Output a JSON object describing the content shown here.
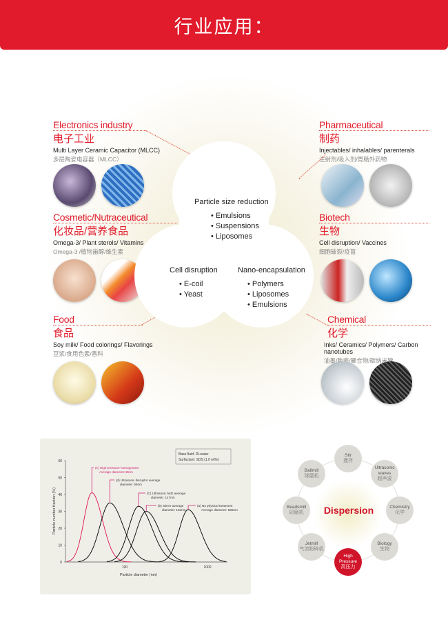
{
  "header": {
    "title": "行业应用："
  },
  "sections": [
    {
      "en": "Electronics industry",
      "zh": "电子工业",
      "desc_en": "Multi Layer Ceramic Capacitor (MLCC)",
      "desc_zh": "多层陶瓷电容器（MLCC）"
    },
    {
      "en": "Pharmaceutical",
      "zh": "制药",
      "desc_en": "Injectables/ inhalables/ parenterals",
      "desc_zh": "注射剂/吸入剂/胃肠外药物"
    },
    {
      "en": "Cosmetic/Nutraceutical",
      "zh": "化妆品/营养食品",
      "desc_en": "Omega-3/ Plant sterols/ Vitamins",
      "desc_zh": "Omega-3 /植物甾醇/维生素"
    },
    {
      "en": "Biotech",
      "zh": "生物",
      "desc_en": "Cell disruption/ Vaccines",
      "desc_zh": "细胞破裂/疫苗"
    },
    {
      "en": "Food",
      "zh": "食品",
      "desc_en": "Soy milk/ Food colorings/ Flavorings",
      "desc_zh": "豆浆/食用色素/香料"
    },
    {
      "en": "Chemical",
      "zh": "化学",
      "desc_en": "Inks/ Ceramics/ Polymers/ Carbon nanotubes",
      "desc_zh": "油墨/陶瓷/聚合物/碳纳米管"
    }
  ],
  "lobes": {
    "top": {
      "title": "Particle size reduction",
      "items": [
        "Emulsions",
        "Suspensions",
        "Liposomes"
      ]
    },
    "left": {
      "title": "Cell disruption",
      "items": [
        "E-coil",
        "Yeast"
      ]
    },
    "right": {
      "title": "Nano-encapsulation",
      "items": [
        "Polymers",
        "Liposomes",
        "Emulsions"
      ]
    }
  },
  "chart_data": {
    "type": "line",
    "xlabel": "Particle diameter (nm)",
    "ylabel": "Particle number fraction (%)",
    "xscale": "log",
    "xticks": [
      "100",
      "1000"
    ],
    "yticks": [
      "0",
      "10",
      "20",
      "30",
      "40",
      "50",
      "60"
    ],
    "ylim": [
      0,
      60
    ],
    "legend": [
      "Base fluid: DI-water",
      "Surfactant: SDS (1.0 wt%)"
    ],
    "series": [
      {
        "name": "(e) High-pressure homogenizer",
        "label2": "Average diameter:40nm",
        "peak_x": 40,
        "peak_y": 41,
        "color": "#e0245e"
      },
      {
        "name": "(d) Ultrasonic disruptor average",
        "label2": "diameter: 66nm",
        "peak_x": 66,
        "peak_y": 35,
        "color": "#111111"
      },
      {
        "name": "(C) Ultrasonic bath average",
        "label2": "diameter: 147nm",
        "peak_x": 147,
        "peak_y": 33,
        "color": "#111111"
      },
      {
        "name": "(b) Stirrer average",
        "label2": "diameter: 182nm",
        "peak_x": 182,
        "peak_y": 30,
        "color": "#111111"
      },
      {
        "name": "(a) No physical treatment",
        "label2": "Average diameter: 585nm",
        "peak_x": 585,
        "peak_y": 31,
        "color": "#111111"
      }
    ]
  },
  "dispersion": {
    "center": "Dispersion",
    "nodes": [
      {
        "en": "Stir",
        "zh": "搅拌"
      },
      {
        "en": "Ultrasonic waves",
        "zh": "超声波"
      },
      {
        "en": "Chemistry",
        "zh": "化学"
      },
      {
        "en": "Biology",
        "zh": "生物"
      },
      {
        "en": "High Pressure",
        "zh": "高压力"
      },
      {
        "en": "Jetmill",
        "zh": "气流粉碎机"
      },
      {
        "en": "Beadsmill",
        "zh": "研磨机"
      },
      {
        "en": "Ballmill",
        "zh": "球磨机"
      }
    ]
  }
}
